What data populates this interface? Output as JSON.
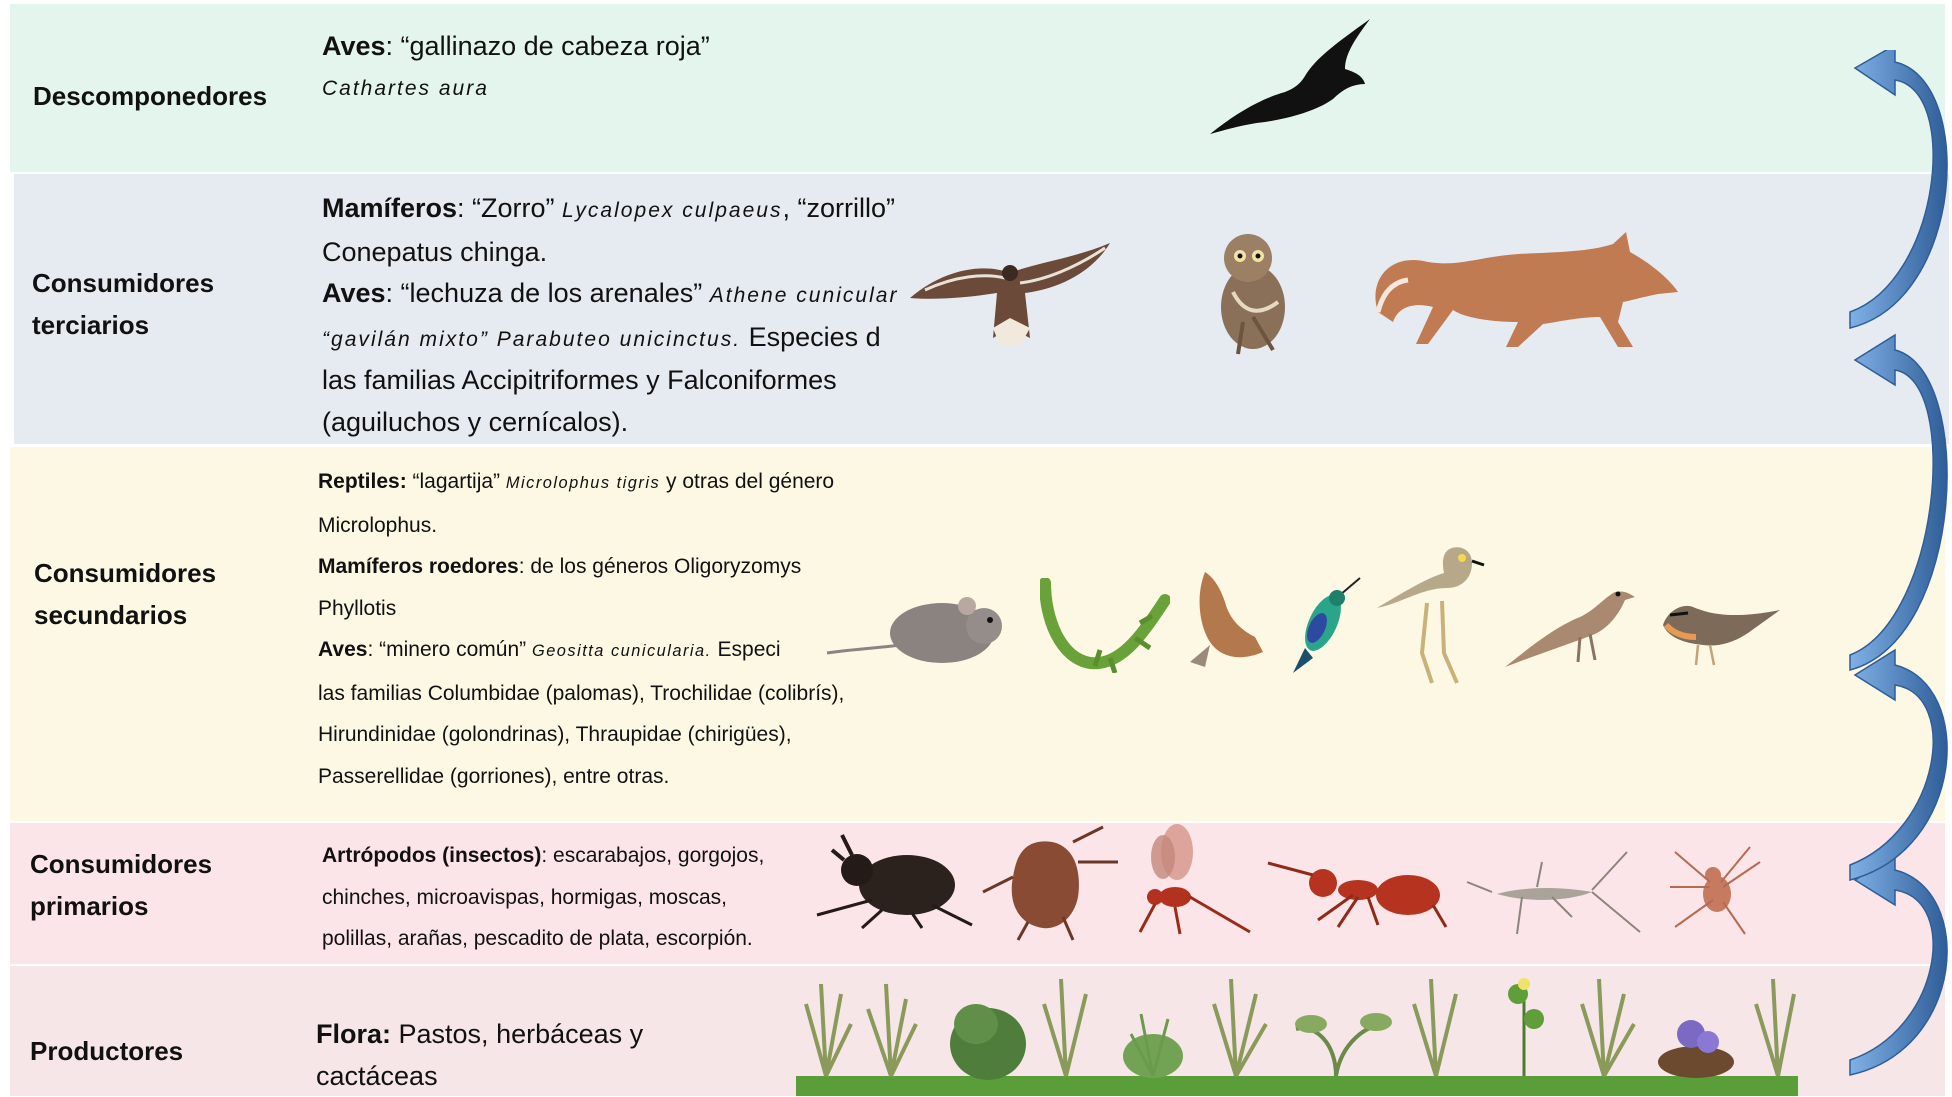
{
  "levels": {
    "descomponedores": {
      "label": "Descomponedores",
      "group": "Aves",
      "text": ": “gallinazo de cabeza roja”",
      "sci": "Cathartes aura",
      "color": "#e4f5ee"
    },
    "terciarios": {
      "label_1": "Consumidores",
      "label_2": "terciarios",
      "l1_group": "Mamíferos",
      "l1_a": ": “Zorro” ",
      "l1_sci": "Lycalopex culpaeus",
      "l1_b": ", “zorrillo”",
      "l2": "Conepatus chinga.",
      "l3_group": "Aves",
      "l3_a": ": “lechuza de los arenales” ",
      "l3_sci": "Athene cunicular",
      "l4_sci": "“gavilán mixto” Parabuteo unicinctus.",
      "l4_b": " Especies d",
      "l5": "las familias Accipitriformes y Falconiformes",
      "l6": "(aguiluchos y cernícalos).",
      "color": "#e6eaf1"
    },
    "secundarios": {
      "label_1": "Consumidores",
      "label_2": "secundarios",
      "l1_group": "Reptiles:",
      "l1_a": " “lagartija” ",
      "l1_sci": "Microlophus tigris",
      "l1_b": " y otras del género",
      "l2": "Microlophus.",
      "l3_group": "Mamíferos roedores",
      "l3_a": ":  de los géneros Oligoryzomys ",
      "l4": "Phyllotis",
      "l5_group": "Aves",
      "l5_a": ": “minero común” ",
      "l5_sci": "Geositta cunicularia.",
      "l5_b": " Especi",
      "l6": "las familias Columbidae (palomas), Trochilidae (colibrís),",
      "l7": "Hirundinidae (golondrinas), Thraupidae (chirigües),",
      "l8": "Passerellidae (gorriones), entre otras.",
      "color": "#fdf8e4"
    },
    "primarios": {
      "label_1": "Consumidores",
      "label_2": "primarios",
      "l1_group": "Artrópodos (insectos)",
      "l1_a": ": escarabajos, gorgojos,",
      "l2": "chinches, microavispas, hormigas, moscas,",
      "l3": "polillas, arañas, pescadito de plata, escorpión.",
      "color": "#fbe5e8"
    },
    "productores": {
      "label": "Productores",
      "group": "Flora:",
      "l1_a": " Pastos, herbáceas y",
      "l2": "cactáceas",
      "color": "#f7e6e8"
    }
  },
  "colors": {
    "arrow": "#4a7fc0",
    "arrow_dark": "#2f5d97",
    "grass": "#5a9e3a"
  },
  "icons": [
    "vulture-icon",
    "hawk-icon",
    "owl-icon",
    "fox-icon",
    "mouse-icon",
    "lizard-icon",
    "dove-icon",
    "hummingbird-icon",
    "thick-knee-icon",
    "miner-bird-icon",
    "sparrow-icon",
    "beetle-icon",
    "stinkbug-icon",
    "wasp-icon",
    "ant-icon",
    "silverfish-icon",
    "spider-icon",
    "grass-icon",
    "shrub-icon",
    "herb-icon",
    "flower-icon",
    "cycle-arrow-icon"
  ]
}
